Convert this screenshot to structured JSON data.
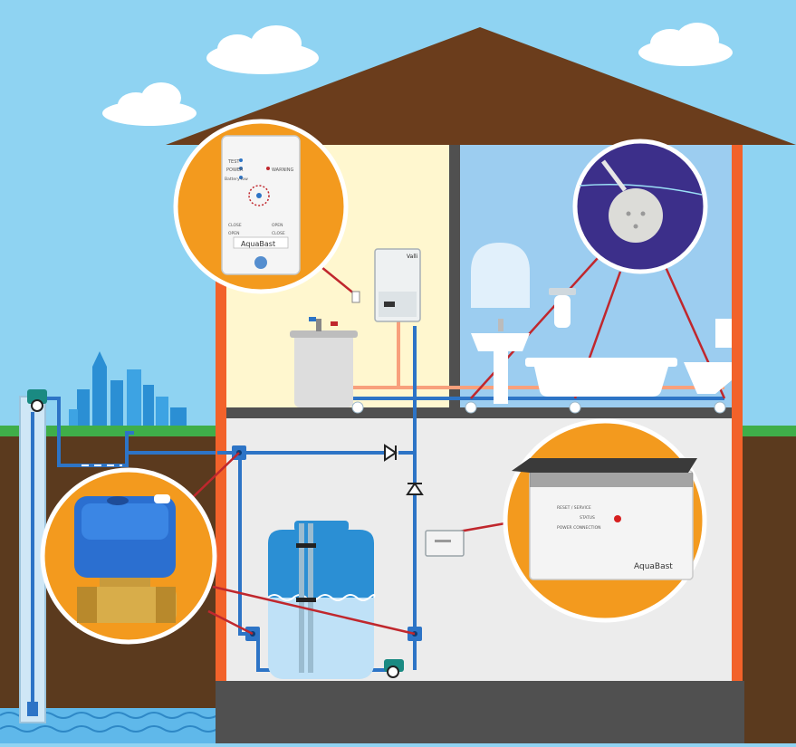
{
  "colors": {
    "sky": "#8fd3f2",
    "grass": "#3fae49",
    "soil": "#5b3a1e",
    "roof": "#6b3d1c",
    "wall": "#f2622a",
    "attic_interior": "#fff7cf",
    "bathroom_interior": "#9ccdf0",
    "basement_interior": "#ececec",
    "foundation": "#505050",
    "pipe_cold": "#2d74c6",
    "pipe_hot": "#f8a07c",
    "signal_wire": "#c0272d",
    "callout_fill": "#f39a1e",
    "water": "#5fb8ea"
  },
  "panel": {
    "left_labels": [
      "TEST",
      "POWER",
      "Battery low"
    ],
    "right_label": "WARNING",
    "bottom_left_labels": [
      "CLOSE",
      "OPEN"
    ],
    "bottom_right_labels": [
      "OPEN",
      "CLOSE"
    ],
    "brand": "AquaBast"
  },
  "controller": {
    "lines": [
      "RESET / SERVICE",
      "STATUS",
      "POWER  CONNECTION"
    ],
    "brand": "AquaBast"
  }
}
